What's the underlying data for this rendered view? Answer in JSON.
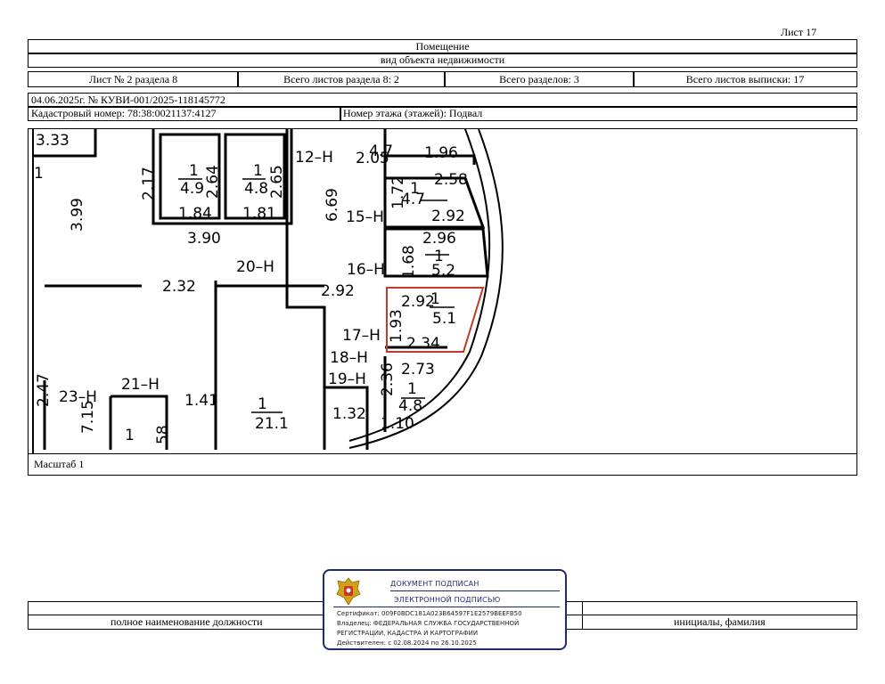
{
  "sheet_label": "Лист 17",
  "header": {
    "title": "Помещение",
    "object_type": "вид объекта недвижимости"
  },
  "sheet_info": {
    "sheet_of_section": "Лист № 2 раздела 8",
    "total_sheets_section": "Всего листов раздела 8: 2",
    "total_sections": "Всего разделов: 3",
    "total_sheets_extract": "Всего листов выписки: 17"
  },
  "doc_number": "04.06.2025г. № КУВИ-001/2025-118145772",
  "cadastral_number": "Кадастровый номер: 78:38:0021137:4127",
  "floor_number": "Номер этажа (этажей): Подвал",
  "plan": {
    "labels": [
      "3.33",
      "1",
      "2.17",
      "1",
      "4.9",
      "2.64",
      "1.84",
      "1",
      "4.8",
      "2.65",
      "1.81",
      "12–Н",
      "2.05",
      "4.7",
      "1.96",
      "3.99",
      "3.90",
      "6.69",
      "1.72",
      "1",
      "4.7",
      "2.58",
      "2.92",
      "15–Н",
      "20–Н",
      "2.96",
      "1",
      "5.2",
      "1.68",
      "16–Н",
      "2.32",
      "2.92",
      "2.92",
      "1",
      "5.1",
      "1.93",
      "17–Н",
      "2.34",
      "18–Н",
      "2.73",
      "19–Н",
      "2.36",
      "1",
      "4.8",
      "2.47",
      "23–Н",
      "21–Н",
      "1.41",
      "1",
      "21.1",
      "1.32",
      "1.10",
      "7.15",
      "1",
      "58"
    ]
  },
  "scale_label": "Масштаб 1",
  "signature": {
    "position_label": "полное наименование должности",
    "initials_label": "инициалы, фамилия"
  },
  "stamp": {
    "line1": "ДОКУМЕНТ ПОДПИСАН",
    "line2": "ЭЛЕКТРОННОЙ ПОДПИСЬЮ",
    "certificate": "Сертификат: 009F0BDC181A023B64597F1E2579BEEFB50",
    "owner": "Владелец: ФЕДЕРАЛЬНАЯ СЛУЖБА ГОСУДАРСТВЕННОЙ",
    "owner2": "РЕГИСТРАЦИИ, КАДАСТРА И КАРТОГРАФИИ",
    "validity": "Действителен: с 02.08.2024 по 26.10.2025"
  },
  "colors": {
    "highlight": "#c0392b",
    "stamp_border": "#1f2a6b",
    "emblem": "#c0392b"
  }
}
